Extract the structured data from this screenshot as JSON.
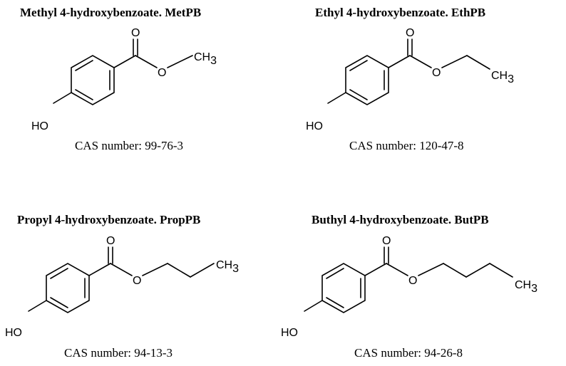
{
  "panels": [
    {
      "title": "Methyl 4-hydroxybenzoate. MetPB",
      "cas_label": "CAS number:",
      "cas_value": "99-76-3",
      "atoms": {
        "oh": "HO",
        "carbonyl_o": "O",
        "ester_o": "O",
        "terminal": "CH",
        "terminal_sub": "3"
      }
    },
    {
      "title": "Ethyl 4-hydroxybenzoate. EthPB",
      "cas_label": "CAS number:",
      "cas_value": "120-47-8",
      "atoms": {
        "oh": "HO",
        "carbonyl_o": "O",
        "ester_o": "O",
        "terminal": "CH",
        "terminal_sub": "3"
      }
    },
    {
      "title": "Propyl 4-hydroxybenzoate. PropPB",
      "cas_label": "CAS number:",
      "cas_value": "94-13-3",
      "atoms": {
        "oh": "HO",
        "carbonyl_o": "O",
        "ester_o": "O",
        "terminal": "CH",
        "terminal_sub": "3"
      }
    },
    {
      "title": "Buthyl 4-hydroxybenzoate. ButPB",
      "cas_label": "CAS number:",
      "cas_value": "94-26-8",
      "atoms": {
        "oh": "HO",
        "carbonyl_o": "O",
        "ester_o": "O",
        "terminal": "CH",
        "terminal_sub": "3"
      }
    }
  ]
}
